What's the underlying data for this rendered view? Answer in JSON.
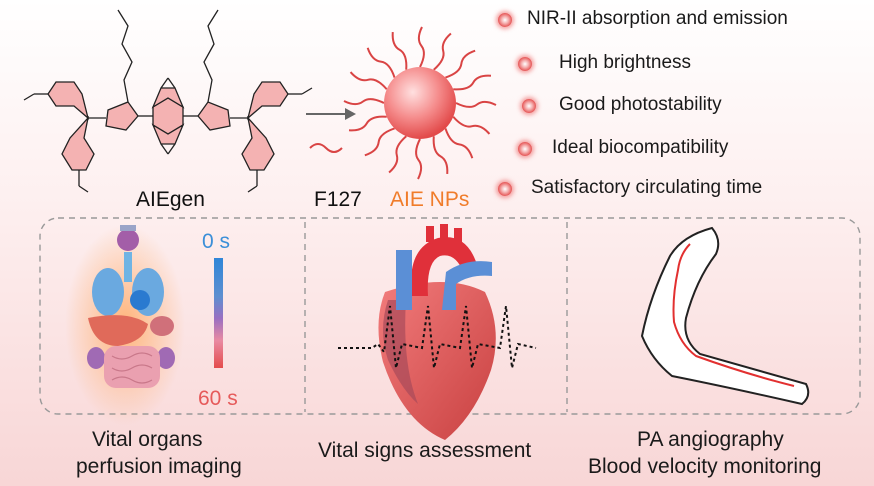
{
  "molecule": {
    "name": "AIEgen"
  },
  "polymer": {
    "name": "F127"
  },
  "nanoparticle": {
    "name": "AIE NPs"
  },
  "properties": [
    "NIR-II absorption and emission",
    "High brightness",
    "Good photostability",
    "Ideal biocompatibility",
    "Satisfactory circulating time"
  ],
  "time_scale": {
    "start": "0 s",
    "end": "60 s"
  },
  "panels": [
    {
      "caption_line1": "Vital organs",
      "caption_line2": "perfusion imaging"
    },
    {
      "caption_line1": "Vital signs assessment",
      "caption_line2": ""
    },
    {
      "caption_line1": "PA angiography",
      "caption_line2": "Blood velocity monitoring"
    }
  ],
  "colors": {
    "accent_orange": "#f07c2a",
    "molecule_bond": "#222222",
    "time_start_blue": "#3b8fd8",
    "time_end_red": "#e65a5a",
    "heart_red": "#e84545",
    "vessel_blue": "#5b8fd6",
    "np_core": "#f06a6a"
  }
}
